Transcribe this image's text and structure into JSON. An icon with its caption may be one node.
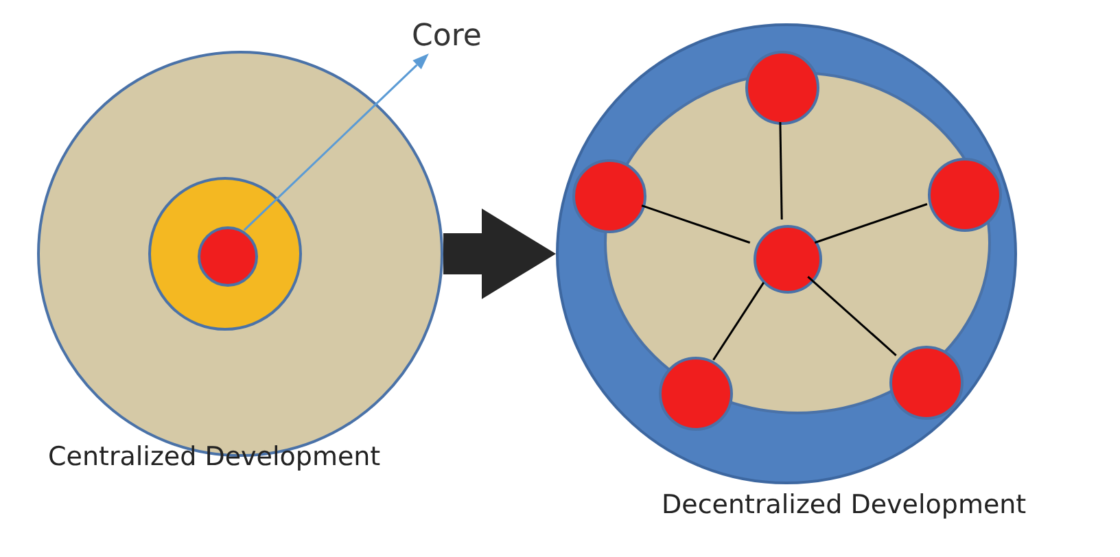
{
  "diagram": {
    "nodes": [
      {
        "text": [],
        "shape": "circle",
        "beside": [
          "Centralized Development"
        ]
      },
      {
        "text": [],
        "shape": "circle",
        "in": 0
      },
      {
        "text": [],
        "shape": "circle",
        "in": 1
      },
      {
        "text": [
          "Core"
        ]
      },
      {
        "text": [],
        "shape": "circle",
        "beside": [
          "Decentralized Development"
        ]
      },
      {
        "text": [],
        "shape": "circle",
        "in": 4
      },
      {
        "text": [],
        "shape": "circle",
        "in": 4
      },
      {
        "text": [],
        "shape": "circle",
        "in": 4
      },
      {
        "text": [],
        "shape": "circle",
        "in": 4
      },
      {
        "text": [],
        "shape": "circle",
        "in": 5
      },
      {
        "text": [],
        "shape": "circle",
        "in": 4
      },
      {
        "text": [],
        "shape": "circle",
        "in": 4
      }
    ],
    "edges": [
      {
        "from": 2,
        "to": 3,
        "arrow": "to",
        "color": "#5b9bd5"
      },
      {
        "from": 0,
        "to": 4,
        "arrow": "to",
        "style": "thick",
        "color": "#262626"
      },
      {
        "from": 9,
        "to": 6,
        "arrow": "none"
      },
      {
        "from": 9,
        "to": 7,
        "arrow": "none"
      },
      {
        "from": 9,
        "to": 8,
        "arrow": "none"
      },
      {
        "from": 9,
        "to": 10,
        "arrow": "none"
      },
      {
        "from": 9,
        "to": 11,
        "arrow": "none"
      }
    ]
  }
}
